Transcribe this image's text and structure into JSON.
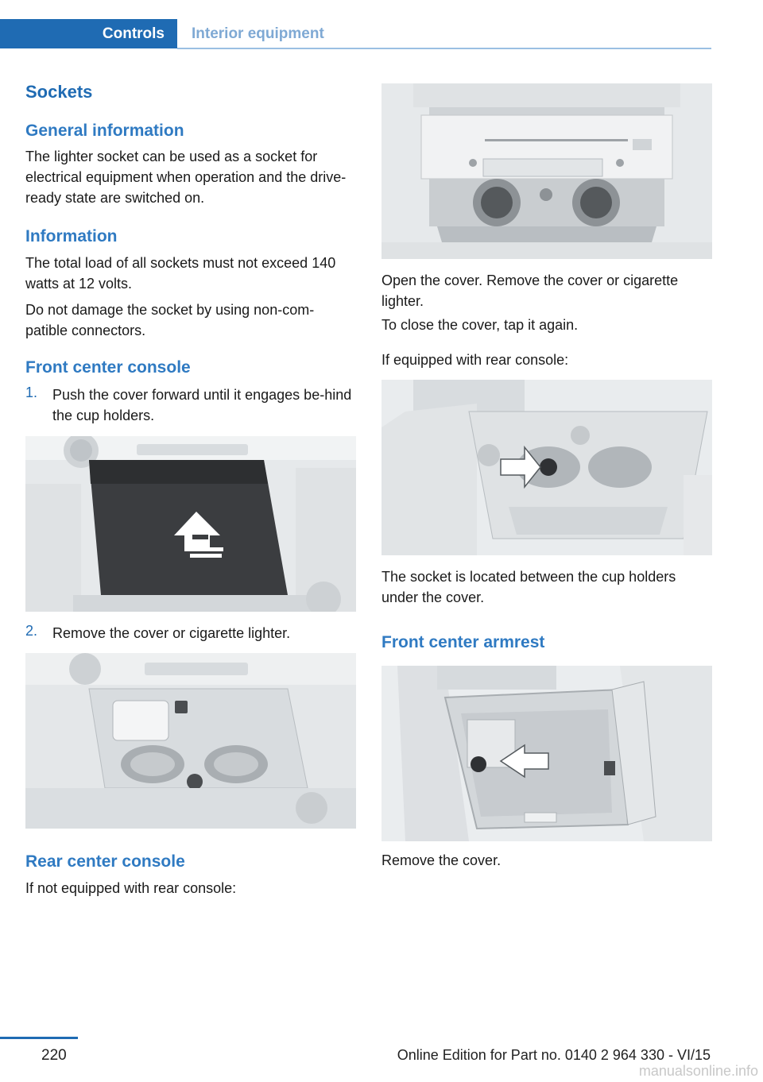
{
  "header": {
    "tab_active": "Controls",
    "tab_inactive": "Interior equipment"
  },
  "left": {
    "title": "Sockets",
    "general_heading": "General information",
    "general_text": "The lighter socket can be used as a socket for electrical equipment when operation and the drive-ready state are switched on.",
    "info_heading": "Information",
    "info_text1": "The total load of all sockets must not exceed 140 watts at 12 volts.",
    "info_text2": "Do not damage the socket by using non-com-patible connectors.",
    "front_console_heading": "Front center console",
    "steps": [
      {
        "num": "1.",
        "text": "Push the cover forward until it engages be-hind the cup holders."
      },
      {
        "num": "2.",
        "text": "Remove the cover or cigarette lighter."
      }
    ],
    "rear_console_heading": "Rear center console",
    "rear_text": "If not equipped with rear console:"
  },
  "right": {
    "open_text": "Open the cover. Remove the cover or cigarette lighter.",
    "close_text": "To close the cover, tap it again.",
    "if_equipped_text": "If equipped with rear console:",
    "socket_text": "The socket is located between the cup holders under the cover.",
    "armrest_heading": "Front center armrest",
    "remove_text": "Remove the cover."
  },
  "footer": {
    "page_number": "220",
    "edition": "Online Edition for Part no. 0140 2 964 330 - VI/15",
    "watermark": "manualsonline.info"
  }
}
